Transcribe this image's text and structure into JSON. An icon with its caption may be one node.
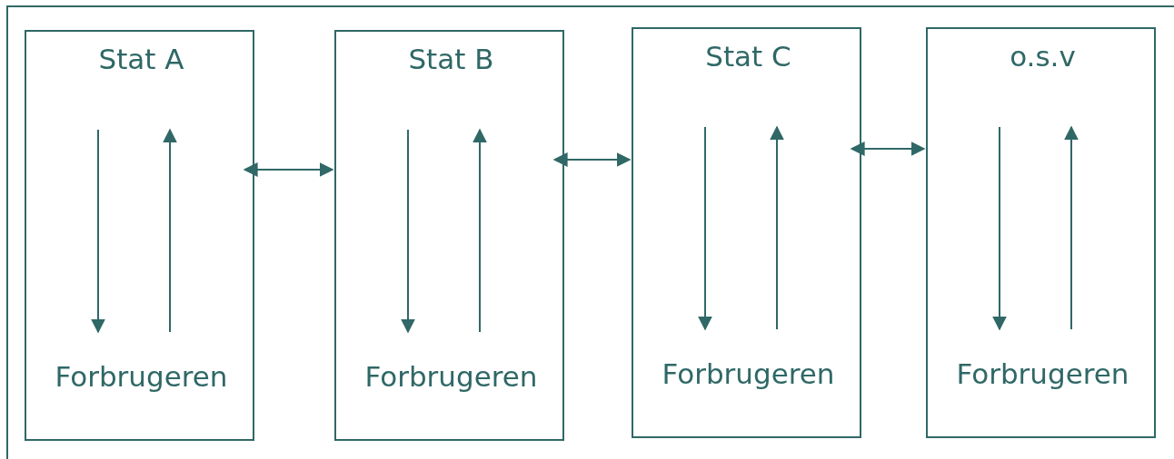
{
  "diagram": {
    "nodes": [
      {
        "text": [],
        "shape": "box"
      },
      {
        "text": [
          "Stat A"
        ],
        "in": 0
      },
      {
        "text": [
          "Forbrugeren"
        ],
        "in": 0
      },
      {
        "text": [],
        "shape": "box"
      },
      {
        "text": [
          "Stat B"
        ],
        "in": 3
      },
      {
        "text": [
          "Forbrugeren"
        ],
        "in": 3
      },
      {
        "text": [],
        "shape": "box"
      },
      {
        "text": [
          "Stat C"
        ],
        "in": 6
      },
      {
        "text": [
          "Forbrugeren"
        ],
        "in": 6
      },
      {
        "text": [],
        "shape": "box"
      },
      {
        "text": [
          "o.s.v"
        ],
        "in": 9
      },
      {
        "text": [
          "Forbrugeren"
        ],
        "in": 9
      }
    ],
    "edges": [
      {
        "from": 1,
        "to": 2,
        "arrow": "to"
      },
      {
        "from": 2,
        "to": 1,
        "arrow": "to"
      },
      {
        "from": 4,
        "to": 5,
        "arrow": "to"
      },
      {
        "from": 5,
        "to": 4,
        "arrow": "to"
      },
      {
        "from": 7,
        "to": 8,
        "arrow": "to"
      },
      {
        "from": 8,
        "to": 7,
        "arrow": "to"
      },
      {
        "from": 10,
        "to": 11,
        "arrow": "to"
      },
      {
        "from": 11,
        "to": 10,
        "arrow": "to"
      },
      {
        "from": 0,
        "to": 3,
        "arrow": "both"
      },
      {
        "from": 3,
        "to": 6,
        "arrow": "both"
      },
      {
        "from": 6,
        "to": 9,
        "arrow": "both"
      }
    ]
  }
}
